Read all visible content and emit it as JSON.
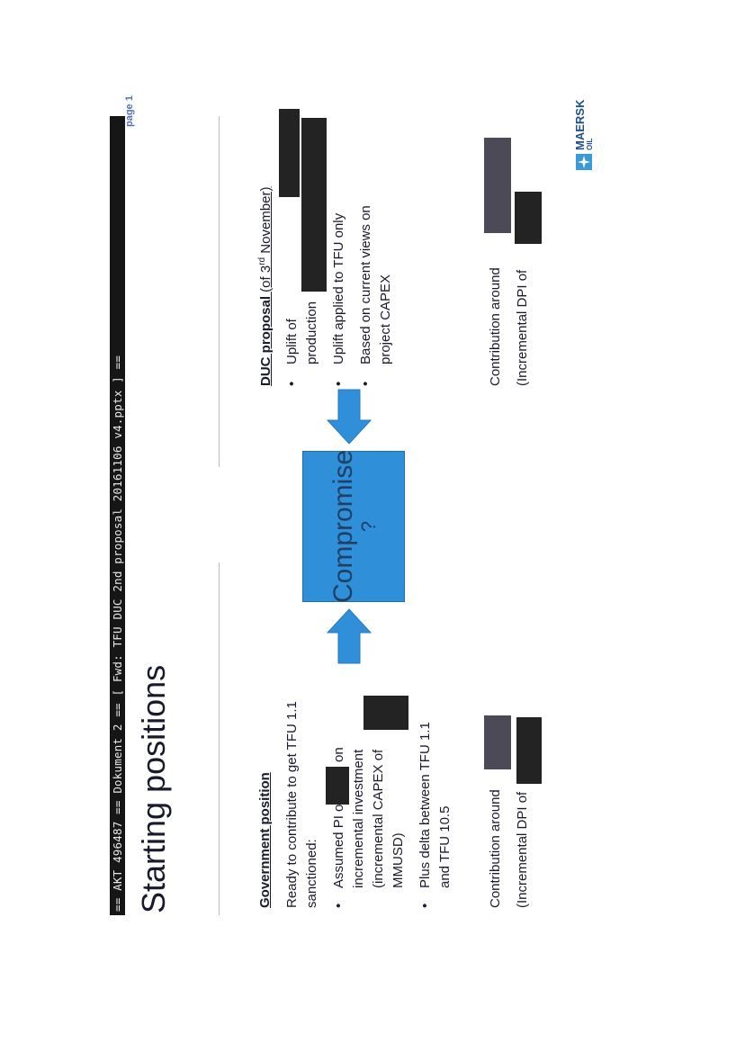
{
  "header_bar": "== AKT 496487 == Dokument 2 == [ Fwd: TFU DUC 2nd proposal 20161106 v4.pptx ] ==",
  "slide": {
    "title": "Starting positions",
    "page_label": "page 1"
  },
  "government": {
    "heading": "Government position",
    "intro": "Ready to contribute to get TFU 1.1 sanctioned:",
    "bullet1_a": "Assumed PI of",
    "bullet1_b": "on",
    "bullet1_c": "incremental investment",
    "bullet1_d": "(incremental CAPEX of",
    "bullet1_e": "MMUSD)",
    "bullet2": "Plus delta between TFU 1.1 and TFU 10.5",
    "contribution": "Contribution around",
    "dpi": "(Incremental DPI of"
  },
  "compromise": {
    "label": "Compromise",
    "question": "?"
  },
  "duc": {
    "heading": "DUC proposal",
    "heading_suffix_pre": "(of 3",
    "heading_sup": "rd",
    "heading_suffix_post": " November)",
    "bullet1_a": "Uplift of",
    "bullet1_b": "production",
    "bullet2": "Uplift applied to TFU only",
    "bullet3": "Based on current views on project CAPEX",
    "contribution": "Contribution around",
    "dpi": "(Incremental DPI of"
  },
  "logo": {
    "brand": "MAERSK",
    "sub": "OIL"
  },
  "colors": {
    "compromise_box": "#2f8fd8",
    "arrows": "#2f8fd8",
    "page_label": "#4f6fbf",
    "logo": "#1d4f91"
  }
}
